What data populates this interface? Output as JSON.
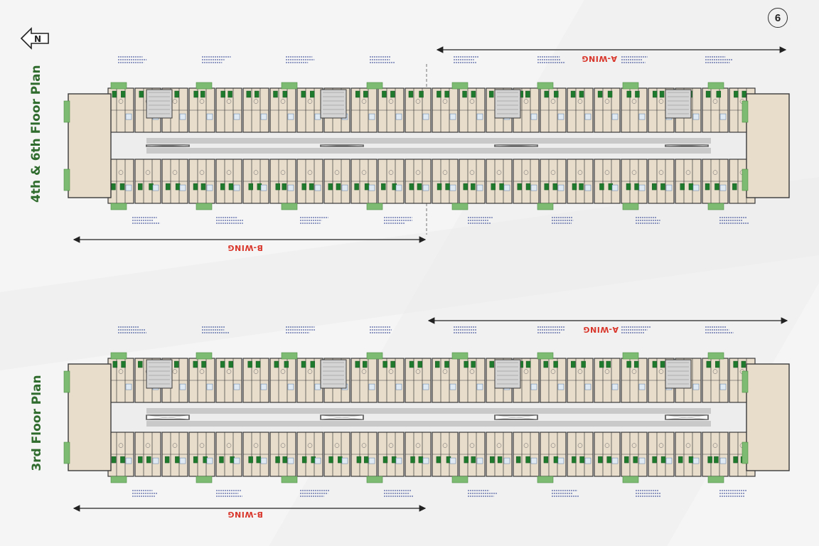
{
  "page_number": "6",
  "colors": {
    "title_green": "#2e6b2c",
    "wing_red": "#d9362b",
    "balcony_green": "#7dbb72",
    "bed_green": "#1f7a2e",
    "floor_beige": "#e8dccb",
    "wall": "#3a3a3a",
    "circulation_grey": "#c9c9c9",
    "annotation_blue": "#2a3f8f"
  },
  "icons": {
    "north": "north-arrow-icon"
  },
  "plans": [
    {
      "title": "4th & 6th Floor Plan",
      "wings": [
        {
          "name": "A-WING",
          "label": "A-WING"
        },
        {
          "name": "B-WING",
          "label": "B-WING"
        }
      ]
    },
    {
      "title": "3rd Floor Plan",
      "wings": [
        {
          "name": "A-WING",
          "label": "A-WING"
        },
        {
          "name": "B-WING",
          "label": "B-WING"
        }
      ]
    }
  ]
}
